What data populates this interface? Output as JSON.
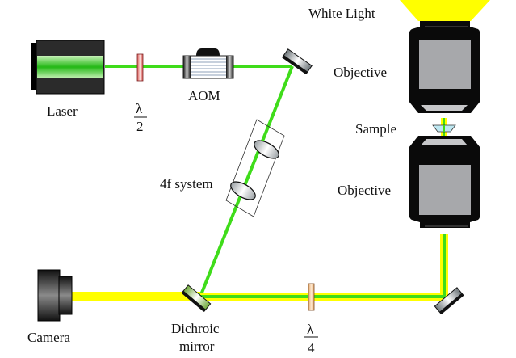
{
  "labels": {
    "white_light": "White Light",
    "objective_top": "Objective",
    "sample": "Sample",
    "objective_bottom": "Objective",
    "laser": "Laser",
    "aom": "AOM",
    "four_f": "4f system",
    "camera": "Camera",
    "dichroic_line1": "Dichroic",
    "dichroic_line2": "mirror",
    "half_wave_num": "λ",
    "half_wave_den": "2",
    "quarter_wave_num": "λ",
    "quarter_wave_den": "4"
  },
  "colors": {
    "laser_beam": "#3fdc1a",
    "white_light": "#ffff00",
    "objective_body": "#0a0a0a",
    "objective_window": "#a7a8ab"
  }
}
